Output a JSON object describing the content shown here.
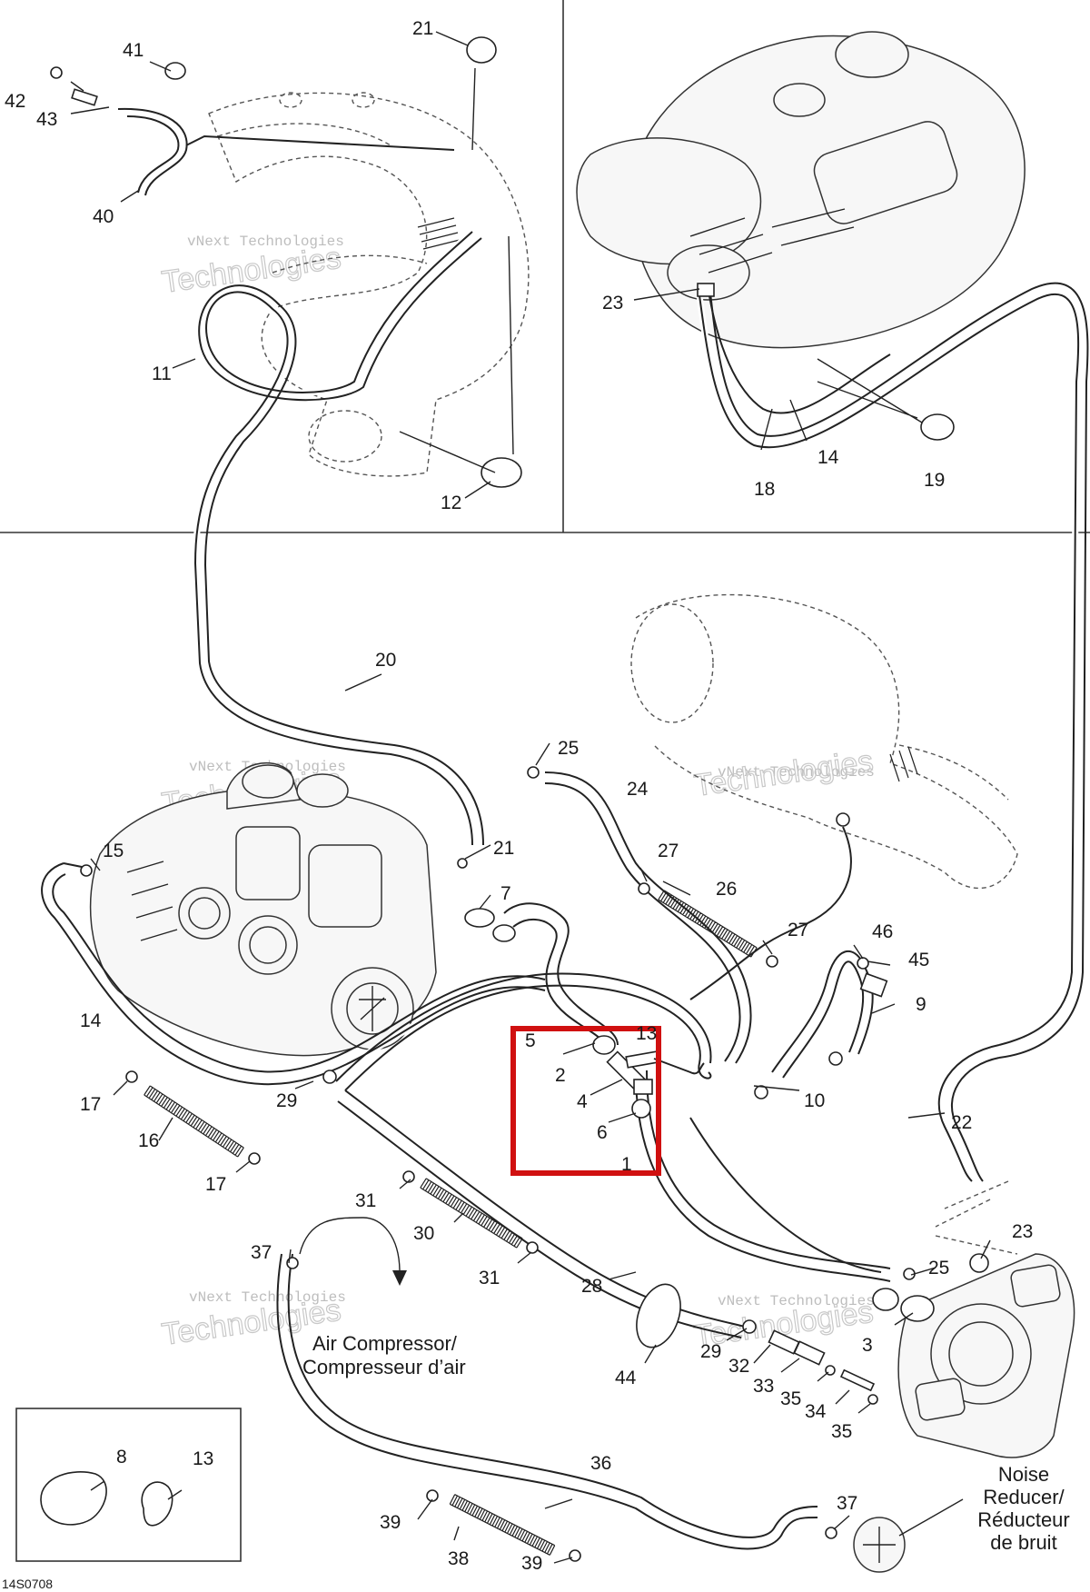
{
  "callouts": {
    "c41": "41",
    "c42": "42",
    "c43": "43",
    "c40": "40",
    "c21a": "21",
    "c11": "11",
    "c12": "12",
    "c23a": "23",
    "c14a": "14",
    "c18": "18",
    "c19": "19",
    "c20": "20",
    "c25a": "25",
    "c24": "24",
    "c21b": "21",
    "c15": "15",
    "c7": "7",
    "c27a": "27",
    "c26": "26",
    "c27b": "27",
    "c46": "46",
    "c45": "45",
    "c9": "9",
    "c14b": "14",
    "c29a": "29",
    "c17a": "17",
    "c16": "16",
    "c17b": "17",
    "c5": "5",
    "c13a": "13",
    "c2": "2",
    "c4": "4",
    "c6": "6",
    "c1": "1",
    "c10": "10",
    "c22": "22",
    "c31a": "31",
    "c30": "30",
    "c31b": "31",
    "c28": "28",
    "c37a": "37",
    "c23b": "23",
    "c25b": "25",
    "c3": "3",
    "c44": "44",
    "c29b": "29",
    "c32": "32",
    "c33": "33",
    "c35a": "35",
    "c34": "34",
    "c35b": "35",
    "c36": "36",
    "c37b": "37",
    "c8": "8",
    "c13b": "13",
    "c39a": "39",
    "c38": "38",
    "c39b": "39"
  },
  "labels": {
    "air_compressor_en": "Air Compressor/",
    "air_compressor_fr": "Compresseur d’air",
    "noise_1": "Noise",
    "noise_2": "Reducer/",
    "noise_3": "Réducteur",
    "noise_4": "de bruit"
  },
  "watermark": {
    "small": "vNext Technologies",
    "big": "Technologies"
  },
  "drawing_code": "14S0708",
  "highlight_color": "#d01010"
}
